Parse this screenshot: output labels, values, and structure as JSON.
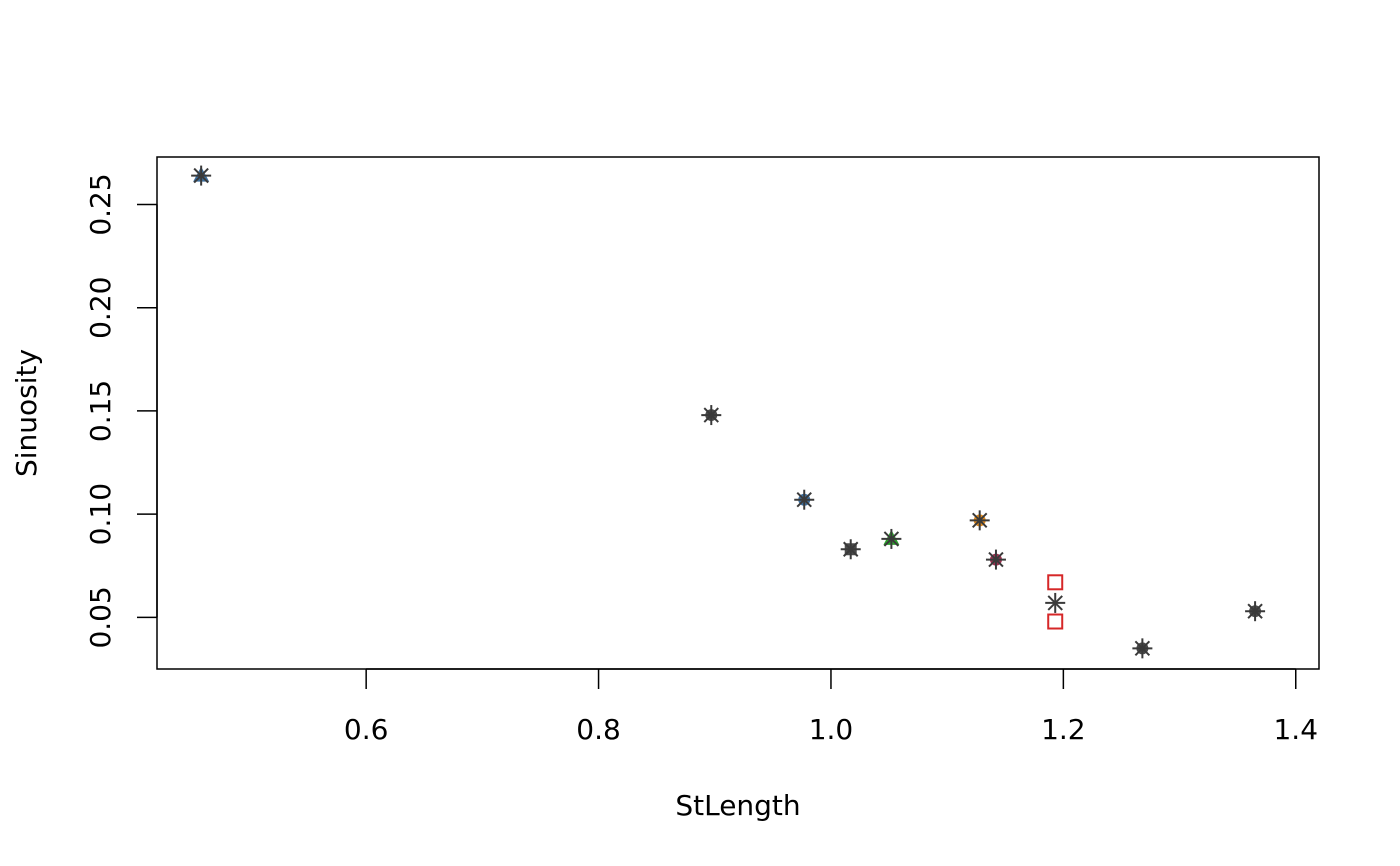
{
  "chart_data": {
    "type": "scatter",
    "title": "",
    "xlabel": "StLength",
    "ylabel": "Sinuosity",
    "xlim": [
      0.42,
      1.42
    ],
    "ylim": [
      0.025,
      0.273
    ],
    "xticks": [
      0.6,
      0.8,
      1.0,
      1.2,
      1.4
    ],
    "xtick_labels": [
      "0.6",
      "0.8",
      "1.0",
      "1.2",
      "1.4"
    ],
    "yticks": [
      0.05,
      0.1,
      0.15,
      0.2,
      0.25
    ],
    "ytick_labels": [
      "0.05",
      "0.10",
      "0.15",
      "0.20",
      "0.25"
    ],
    "grid": false,
    "points": [
      {
        "x": 0.458,
        "y": 0.264,
        "shape": "triangle",
        "color": "#3C6E9E"
      },
      {
        "x": 0.897,
        "y": 0.148,
        "shape": "circle",
        "color": "#4A4A4A"
      },
      {
        "x": 0.977,
        "y": 0.107,
        "shape": "circle",
        "color": "#3C6E9E"
      },
      {
        "x": 1.017,
        "y": 0.083,
        "shape": "square",
        "color": "#4A4A4A"
      },
      {
        "x": 1.052,
        "y": 0.088,
        "shape": "triangle",
        "color": "#2CA02C"
      },
      {
        "x": 1.128,
        "y": 0.097,
        "shape": "circle",
        "color": "#E08A1E"
      },
      {
        "x": 1.142,
        "y": 0.078,
        "shape": "circle",
        "color": "#9B3050"
      },
      {
        "x": 1.193,
        "y": 0.067,
        "shape": "open-square",
        "color": "#D62728"
      },
      {
        "x": 1.193,
        "y": 0.048,
        "shape": "open-square",
        "color": "#D62728"
      },
      {
        "x": 1.193,
        "y": 0.057,
        "shape": "star",
        "color": "#4A4A4A"
      },
      {
        "x": 1.268,
        "y": 0.035,
        "shape": "circle",
        "color": "#4A4A4A"
      },
      {
        "x": 1.365,
        "y": 0.053,
        "shape": "circle",
        "color": "#4A4A4A"
      }
    ]
  }
}
